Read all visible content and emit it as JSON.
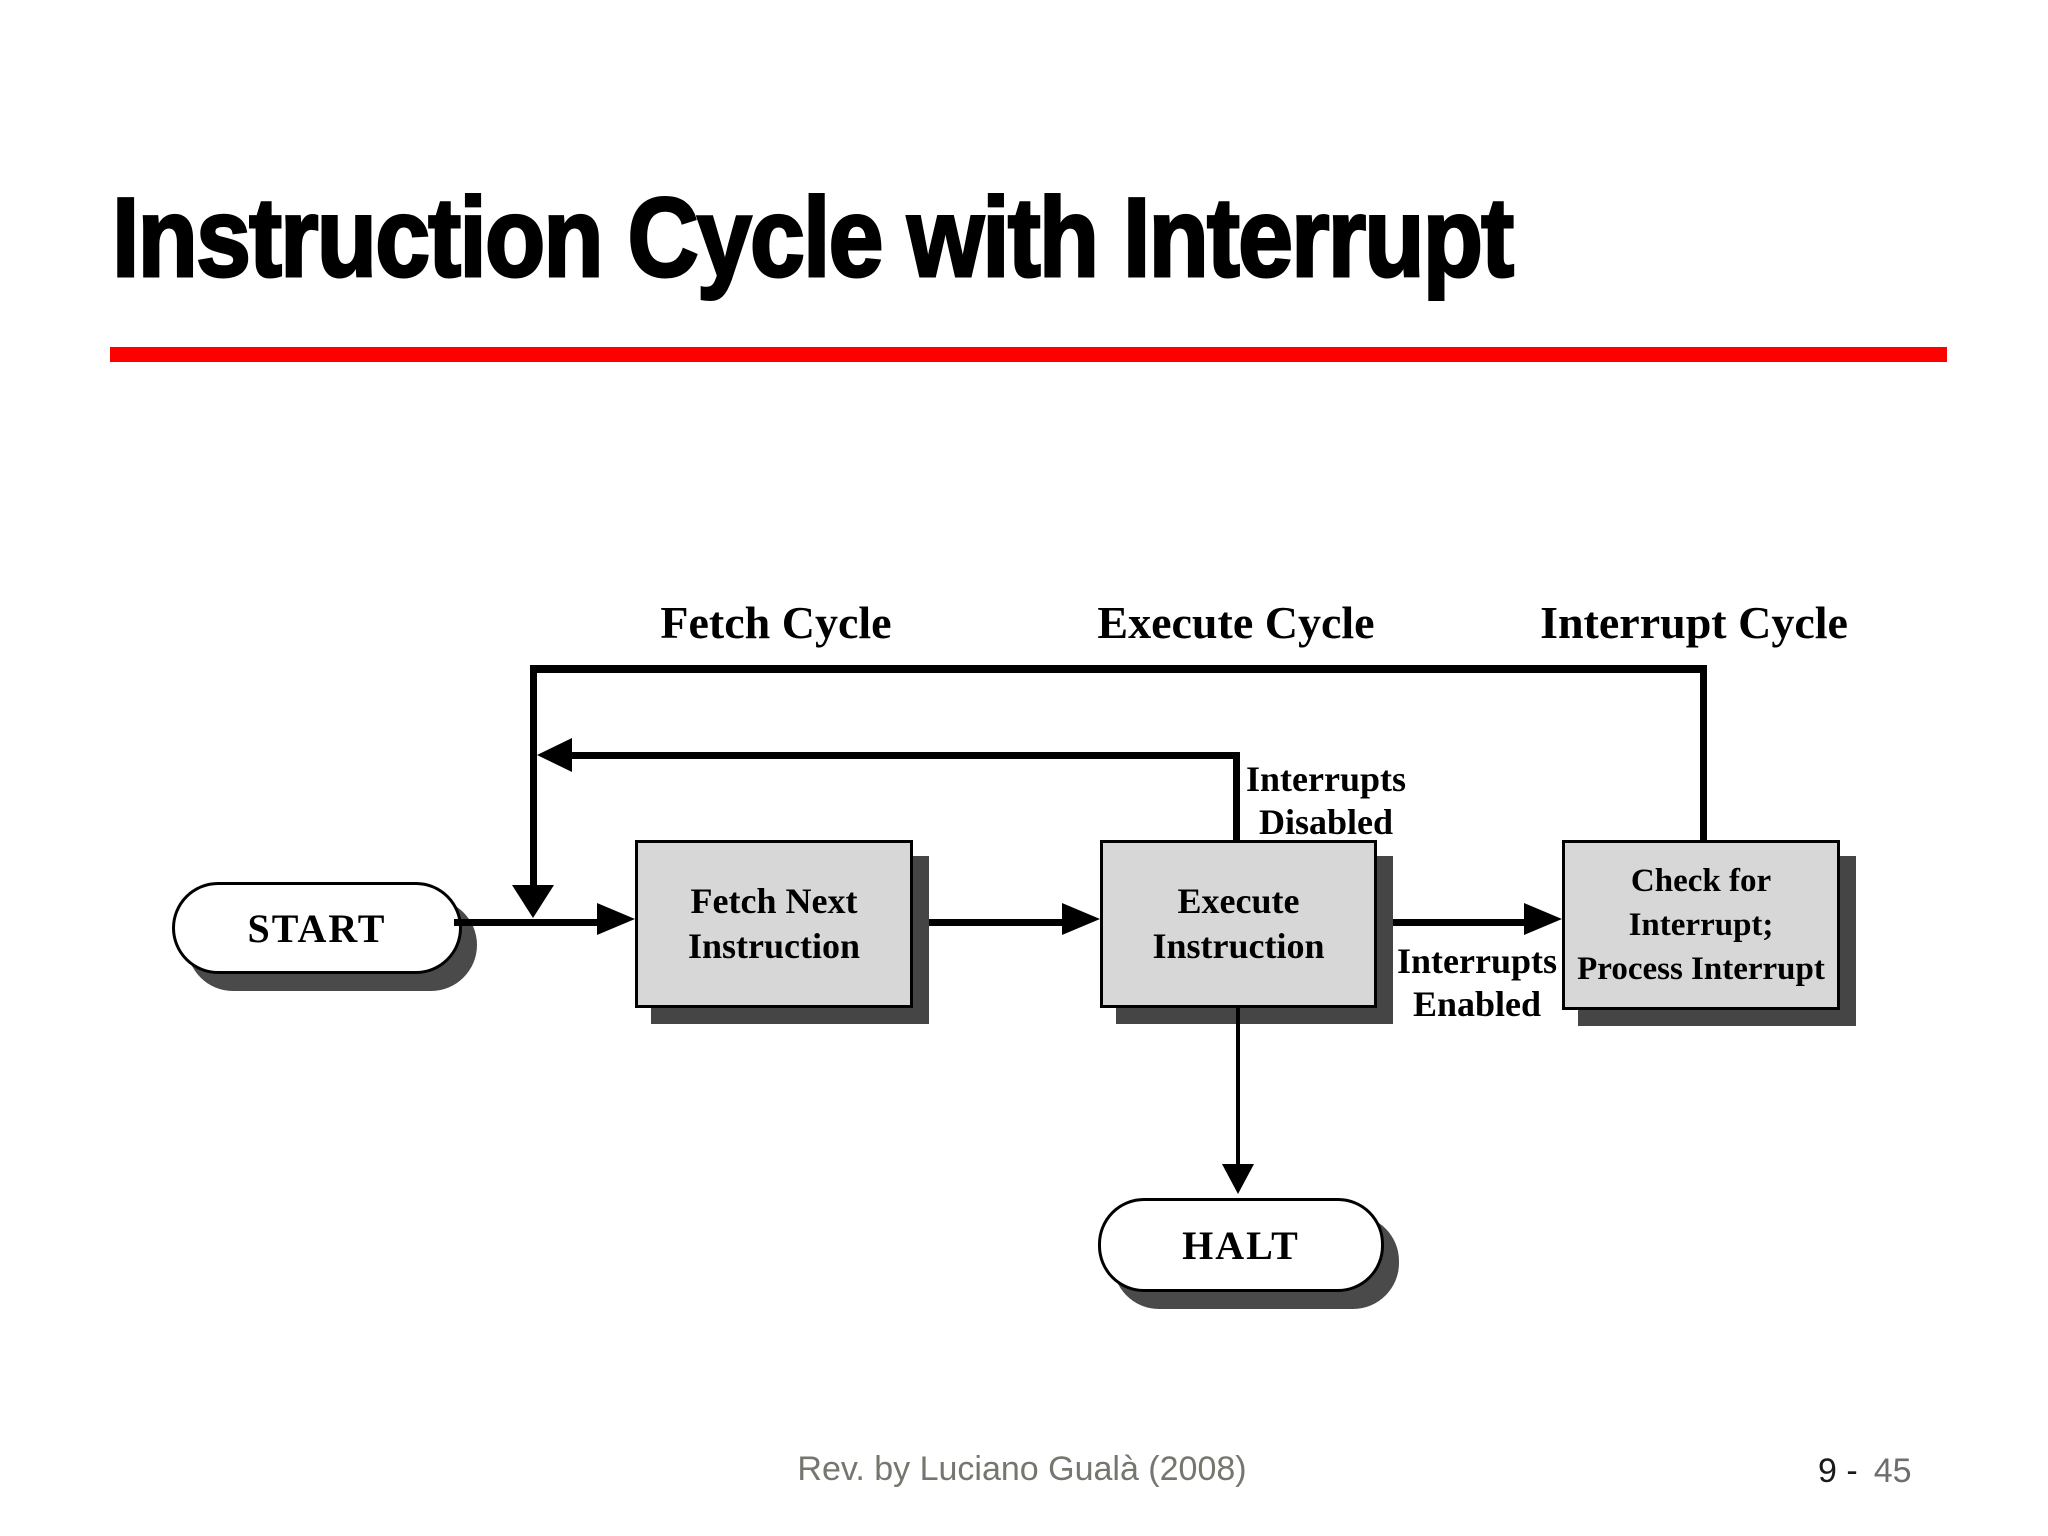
{
  "slide": {
    "title": "Instruction Cycle with Interrupt",
    "footer": "Rev. by Luciano Gualà (2008)",
    "page": {
      "prefix": "9 -",
      "number": "45"
    }
  },
  "diagram": {
    "cycle_labels": [
      {
        "label": "Fetch Cycle"
      },
      {
        "label": "Execute Cycle"
      },
      {
        "label": "Interrupt Cycle"
      }
    ],
    "nodes": {
      "start": {
        "label": "START"
      },
      "fetch": {
        "line1": "Fetch Next",
        "line2": "Instruction"
      },
      "execute": {
        "line1": "Execute",
        "line2": "Instruction"
      },
      "check": {
        "line1": "Check for",
        "line2": "Interrupt;",
        "line3": "Process Interrupt"
      },
      "halt": {
        "label": "HALT"
      }
    },
    "edge_labels": {
      "disabled": {
        "line1": "Interrupts",
        "line2": "Disabled"
      },
      "enabled": {
        "line1": "Interrupts",
        "line2": "Enabled"
      }
    },
    "colors": {
      "title_rule": "#ff0000",
      "box_fill": "#d7d7d7",
      "box_border": "#000000",
      "drop_shadow": "#454545",
      "line": "#000000",
      "footer_text": "#76766f",
      "page_number_gray": "#6e6e6e"
    }
  }
}
